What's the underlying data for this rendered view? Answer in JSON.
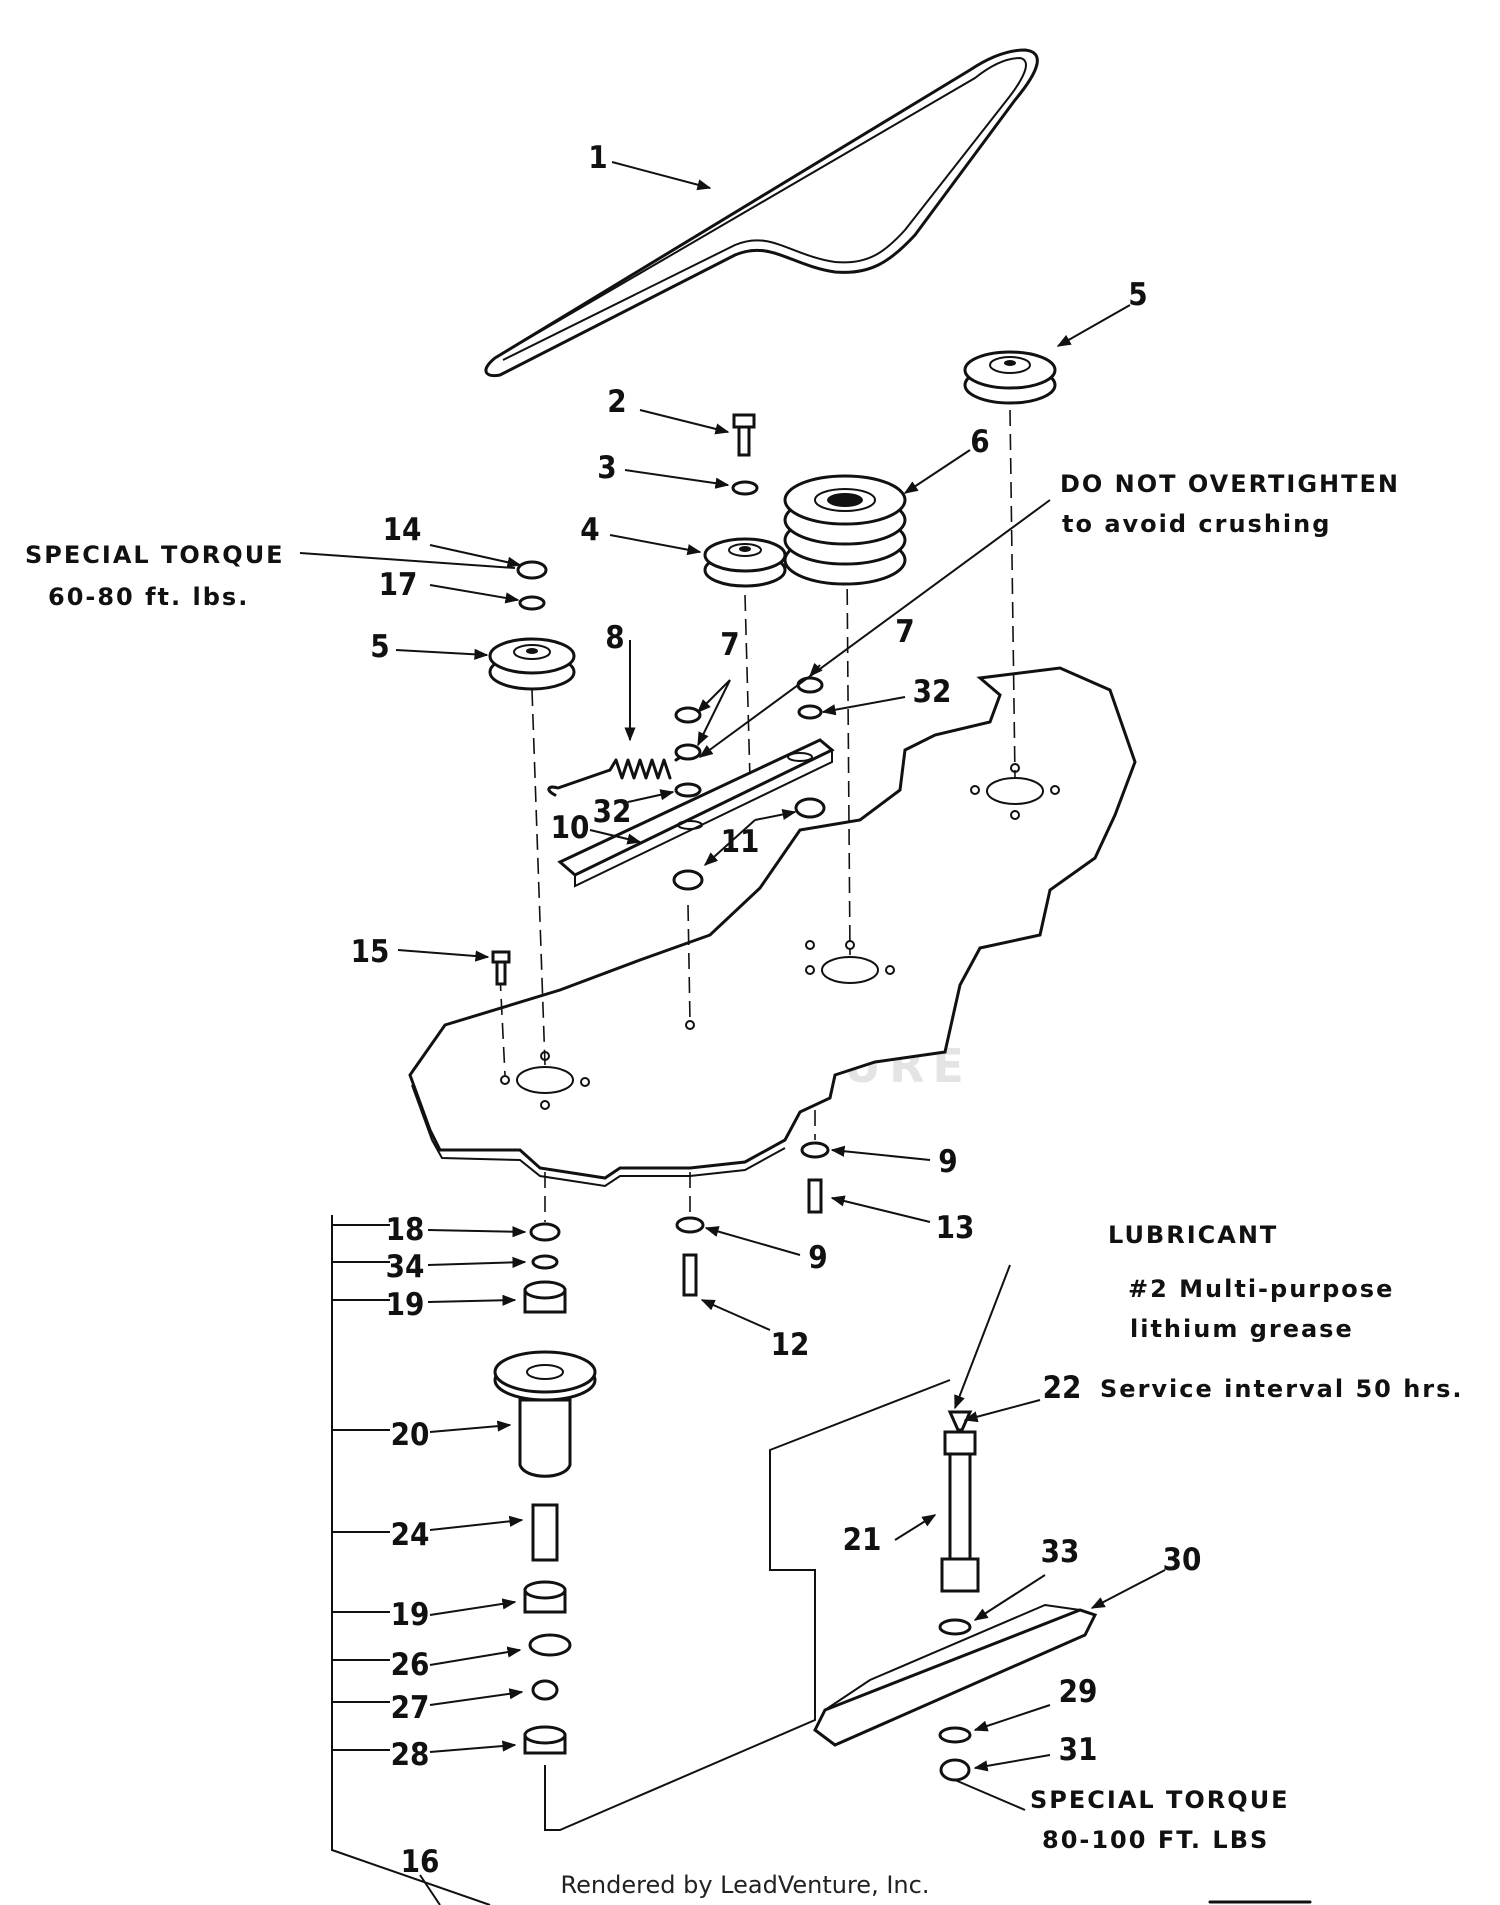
{
  "callouts": [
    {
      "label": "1"
    },
    {
      "label": "2"
    },
    {
      "label": "3"
    },
    {
      "label": "4"
    },
    {
      "label": "5"
    },
    {
      "label": "6"
    },
    {
      "label": "5"
    },
    {
      "label": "14"
    },
    {
      "label": "17"
    },
    {
      "label": "7"
    },
    {
      "label": "7"
    },
    {
      "label": "8"
    },
    {
      "label": "32"
    },
    {
      "label": "32"
    },
    {
      "label": "10"
    },
    {
      "label": "11"
    },
    {
      "label": "15"
    },
    {
      "label": "9"
    },
    {
      "label": "13"
    },
    {
      "label": "9"
    },
    {
      "label": "12"
    },
    {
      "label": "18"
    },
    {
      "label": "34"
    },
    {
      "label": "19"
    },
    {
      "label": "20"
    },
    {
      "label": "24"
    },
    {
      "label": "19"
    },
    {
      "label": "26"
    },
    {
      "label": "27"
    },
    {
      "label": "28"
    },
    {
      "label": "16"
    },
    {
      "label": "22"
    },
    {
      "label": "21"
    },
    {
      "label": "33"
    },
    {
      "label": "30"
    },
    {
      "label": "29"
    },
    {
      "label": "31"
    }
  ],
  "notes": {
    "torque_top": {
      "line1": "SPECIAL TORQUE",
      "line2": "60-80 ft. lbs."
    },
    "overtighten": {
      "line1": "DO NOT OVERTIGHTEN",
      "line2": "to avoid crushing"
    },
    "lubricant": {
      "title": "LUBRICANT",
      "line1": "#2 Multi-purpose",
      "line2": "lithium grease",
      "line3": "Service interval 50 hrs."
    },
    "torque_bottom": {
      "line1": "SPECIAL TORQUE",
      "line2": "80-100 FT. LBS"
    }
  },
  "watermark": "LEADVENTURE",
  "footer": "Rendered by LeadVenture, Inc."
}
